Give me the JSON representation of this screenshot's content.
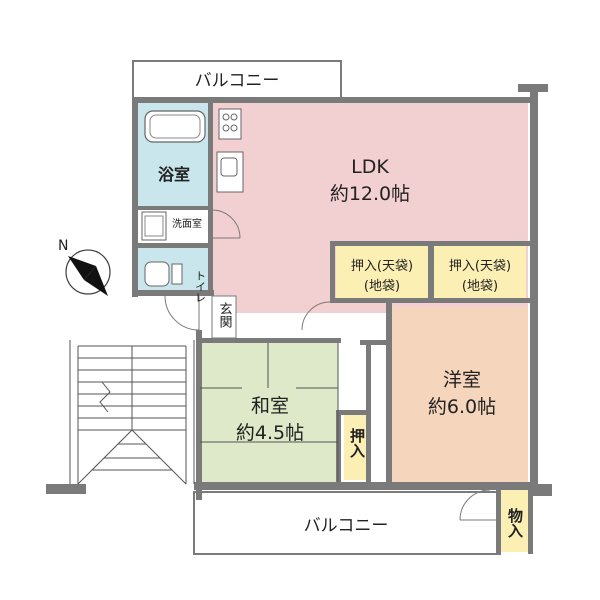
{
  "rooms": {
    "balcony_top": "バルコニー",
    "balcony_bottom": "バルコニー",
    "bath": "浴室",
    "washroom": "洗面室",
    "toilet": "トイレ",
    "entrance": "玄関",
    "ldk_name": "LDK",
    "ldk_size": "約12.0帖",
    "closet_left_line1": "押入(天袋)",
    "closet_left_line2": "(地袋)",
    "closet_right_line1": "押入(天袋)",
    "closet_right_line2": "(地袋)",
    "western_name": "洋室",
    "western_size": "約6.0帖",
    "japanese_name": "和室",
    "japanese_size": "約4.5帖",
    "oshiire": "押入",
    "storage": "物入"
  },
  "colors": {
    "wall": "#7a7a7a",
    "ldk": "#f2cfd1",
    "bath": "#c9e6ec",
    "japanese": "#dde9c8",
    "western": "#f5d6bc",
    "closet": "#fbefb4",
    "floor": "#ffffff"
  },
  "icons": {
    "compass": "north-compass-icon",
    "stove": "stove-icon",
    "sink": "sink-icon",
    "bathtub": "bathtub-icon",
    "toilet": "toilet-icon",
    "washbasin": "washbasin-icon"
  },
  "compass_label": "N"
}
